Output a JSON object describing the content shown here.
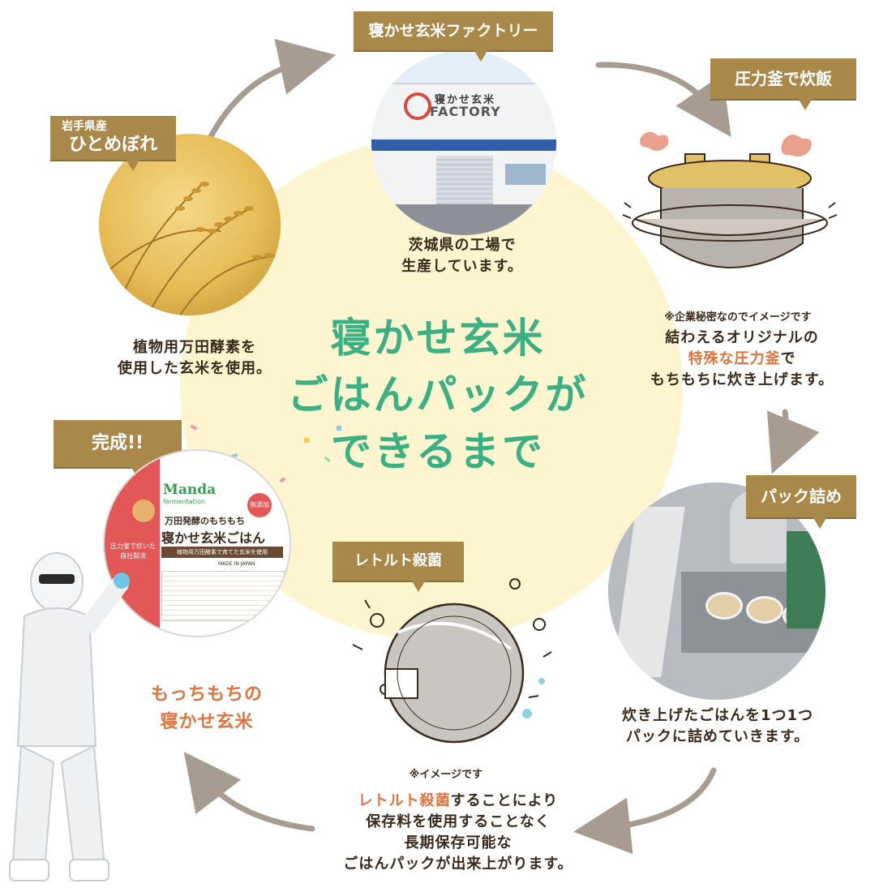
{
  "title": {
    "line1": "寝かせ玄米",
    "line2": "ごはんパックが",
    "line3": "できるまで"
  },
  "steps": {
    "rice": {
      "tag_line1": "岩手県産",
      "tag_line2": "ひとめぼれ",
      "caption_line1": "植物用万田酵素を",
      "caption_line2": "使用した玄米を使用。"
    },
    "factory": {
      "tag": "寝かせ玄米ファクトリー",
      "sign_line1": "寝かせ玄米",
      "sign_line2": "FACTORY",
      "caption_line1": "茨城県の工場で",
      "caption_line2": "生産しています。"
    },
    "pressure": {
      "tag": "圧力釜で炊飯",
      "note": "※企業秘密なのでイメージです",
      "caption_line1": "結わえるオリジナルの",
      "caption_highlight": "特殊な圧力釜",
      "caption_line2_suffix": "で",
      "caption_line3": "もちもちに炊き上げます。"
    },
    "pack": {
      "tag": "パック詰め",
      "caption_line1": "炊き上げたごはんを1つ1つ",
      "caption_line2": "パックに詰めていきます。"
    },
    "retort": {
      "tag": "レトルト殺菌",
      "note": "※イメージです",
      "caption_highlight": "レトルト殺菌",
      "caption_line1_suffix": "することにより",
      "caption_line2": "保存料を使用することなく",
      "caption_line3": "長期保存可能な",
      "caption_line4": "ごはんパックが出来上がります。"
    },
    "complete": {
      "tag": "完成!!",
      "caption_line1": "もっちもちの",
      "caption_line2": "寝かせ玄米",
      "product_brand": "Manda",
      "product_brand_sub": "fermentation",
      "product_name_line1": "万田発酵のもちもち",
      "product_name_line2": "寝かせ玄米ごはん",
      "product_sub": "植物用万田酵素で育てた玄米を使用",
      "product_side": "圧力釜で炊いた",
      "product_side2": "自社製法",
      "product_made": "MADE IN JAPAN",
      "product_badge": "無添加"
    }
  },
  "colors": {
    "title_green": "#3bb083",
    "tag_gold": "#a8894a",
    "highlight_orange": "#e2733c",
    "center_yellow": "#fdf5cf",
    "arrow_gray": "#a79c92"
  }
}
